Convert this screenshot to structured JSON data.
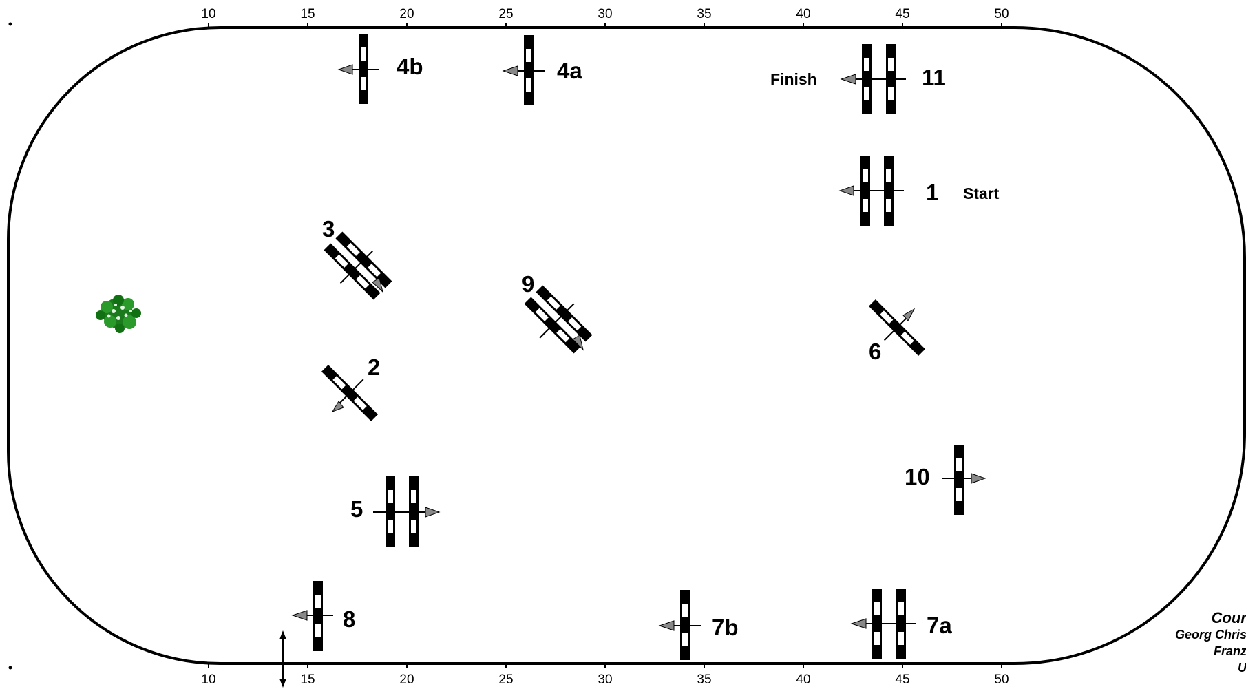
{
  "ruler": {
    "top": [
      "10",
      "15",
      "20",
      "25",
      "30",
      "35",
      "40",
      "45",
      "50"
    ],
    "bottom": [
      "10",
      "15",
      "20",
      "25",
      "30",
      "35",
      "40",
      "45",
      "50"
    ]
  },
  "labels": {
    "start": "Start",
    "finish": "Finish"
  },
  "obstacles": [
    {
      "id": "1",
      "label": "1"
    },
    {
      "id": "2",
      "label": "2"
    },
    {
      "id": "3",
      "label": "3"
    },
    {
      "id": "4a",
      "label": "4a"
    },
    {
      "id": "4b",
      "label": "4b"
    },
    {
      "id": "5",
      "label": "5"
    },
    {
      "id": "6",
      "label": "6"
    },
    {
      "id": "7a",
      "label": "7a"
    },
    {
      "id": "7b",
      "label": "7b"
    },
    {
      "id": "8",
      "label": "8"
    },
    {
      "id": "9",
      "label": "9"
    },
    {
      "id": "10",
      "label": "10"
    },
    {
      "id": "11",
      "label": "11"
    }
  ],
  "credits": {
    "line1": "Cour",
    "line2": "Georg Chris",
    "line3": "Franz",
    "line4": "U"
  }
}
